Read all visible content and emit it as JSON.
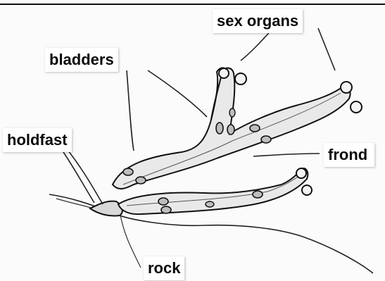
{
  "labels": {
    "sex_organs": "sex organs",
    "bladders": "bladders",
    "holdfast": "holdfast",
    "frond": "frond",
    "rock": "rock"
  }
}
